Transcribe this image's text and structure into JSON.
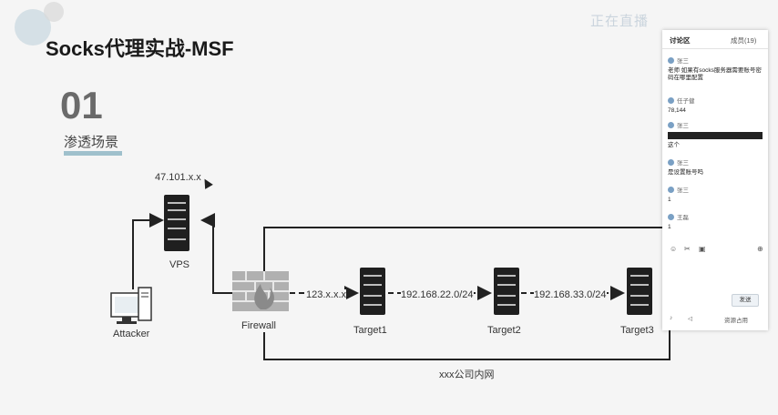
{
  "slide": {
    "title": "Socks代理实战-MSF",
    "section_number": "01",
    "section_label": "渗透场景"
  },
  "network": {
    "vps_ip": "47.101.x.x",
    "vps_label": "VPS",
    "attacker_label": "Attacker",
    "firewall_label": "Firewall",
    "link_firewall_target1": "123.x.x.x",
    "link_target1_target2": "192.168.22.0/24",
    "link_target2_target3": "192.168.33.0/24",
    "target1_label": "Target1",
    "target2_label": "Target2",
    "target3_label": "Target3",
    "intranet_label": "xxx公司内网"
  },
  "chat": {
    "tab_discussion": "讨论区",
    "tab_members": "成员(19)",
    "messages": [
      {
        "name": "张三",
        "text": "老师 如果有socks服务器需要账号密码在哪里配置"
      },
      {
        "name": "任子健",
        "text": "78,144"
      },
      {
        "name": "张三",
        "text": ""
      },
      {
        "name": "",
        "text": "这个"
      },
      {
        "name": "张三",
        "text": "是设置账号吗"
      },
      {
        "name": "张三",
        "text": "1"
      },
      {
        "name": "王磊",
        "text": "1"
      }
    ],
    "send_label": "发送",
    "bottom_right": "资源占用"
  },
  "watermark": "正在直播"
}
